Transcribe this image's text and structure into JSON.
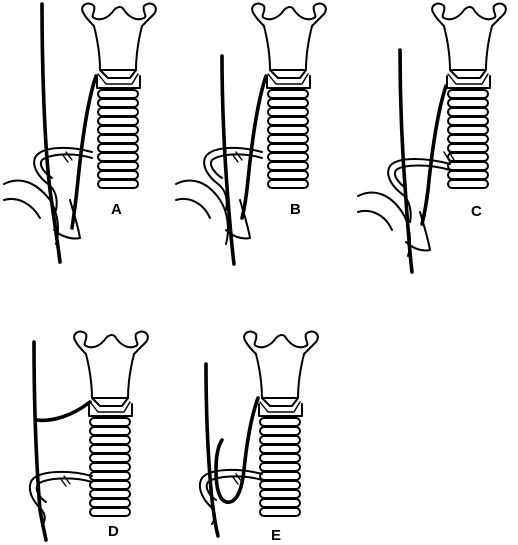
{
  "figure": {
    "panels": [
      {
        "id": "A",
        "label": "A"
      },
      {
        "id": "B",
        "label": "B"
      },
      {
        "id": "C",
        "label": "C"
      },
      {
        "id": "D",
        "label": "D"
      },
      {
        "id": "E",
        "label": "E"
      }
    ]
  },
  "colors": {
    "ink": "#000000",
    "background": "#ffffff"
  }
}
